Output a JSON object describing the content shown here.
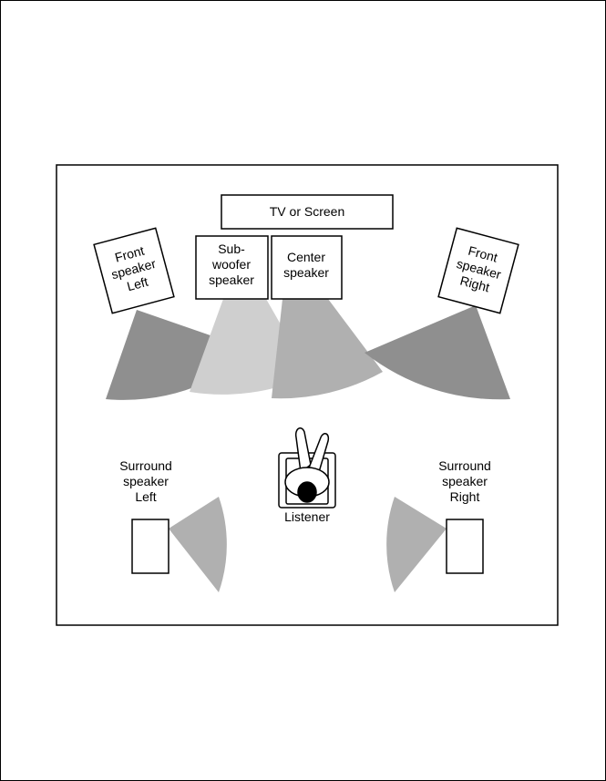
{
  "labels": {
    "tv": "TV or Screen",
    "front_left": [
      "Front",
      "speaker",
      "Left"
    ],
    "subwoofer": [
      "Sub-",
      "woofer",
      "speaker"
    ],
    "center": [
      "Center",
      "speaker"
    ],
    "front_right": [
      "Front",
      "speaker",
      "Right"
    ],
    "surround_left": [
      "Surround",
      "speaker",
      "Left"
    ],
    "surround_right": [
      "Surround",
      "speaker",
      "Right"
    ],
    "listener": "Listener"
  },
  "colors": {
    "front_cone": "#8f8f8f",
    "subwoofer_cone": "#cfcfcf",
    "center_cone": "#b0b0b0",
    "surround_cone": "#b0b0b0",
    "outline": "#000000",
    "background": "#ffffff"
  }
}
